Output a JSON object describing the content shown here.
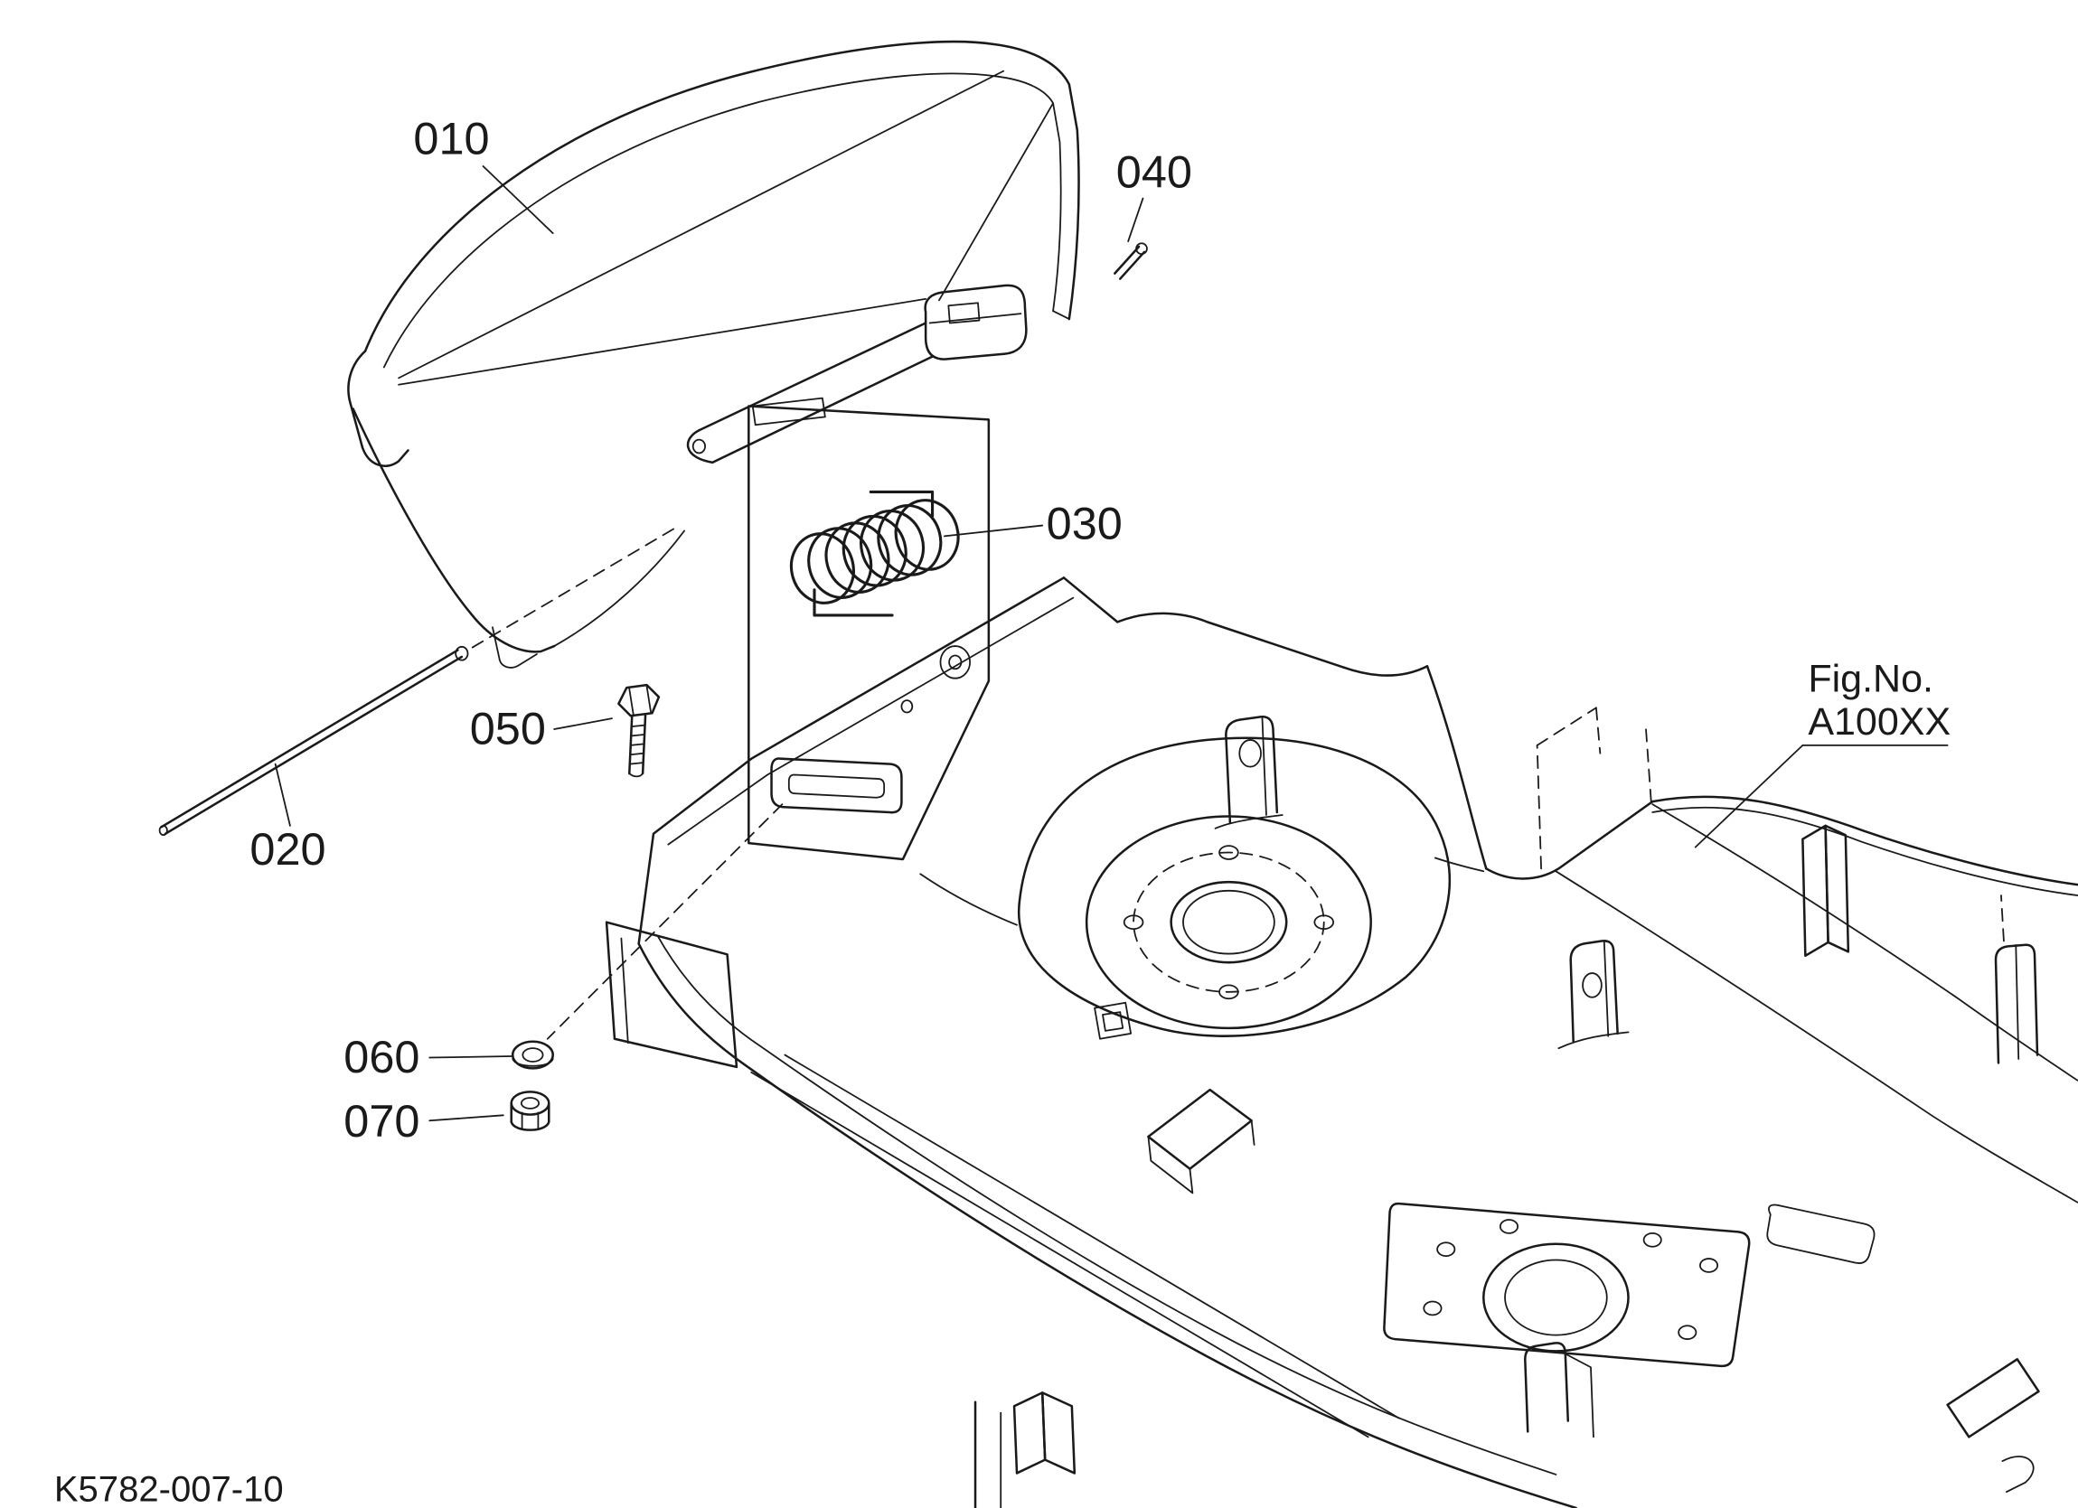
{
  "diagram": {
    "drawing_number": "K5782-007-10",
    "figure_reference": {
      "prefix": "Fig.No.",
      "number": "A100XX"
    },
    "callouts": [
      {
        "label": "010"
      },
      {
        "label": "020"
      },
      {
        "label": "030"
      },
      {
        "label": "040"
      },
      {
        "label": "050"
      },
      {
        "label": "060"
      },
      {
        "label": "070"
      }
    ]
  },
  "colors": {
    "line": "#1a1a1a",
    "background": "#ffffff"
  }
}
